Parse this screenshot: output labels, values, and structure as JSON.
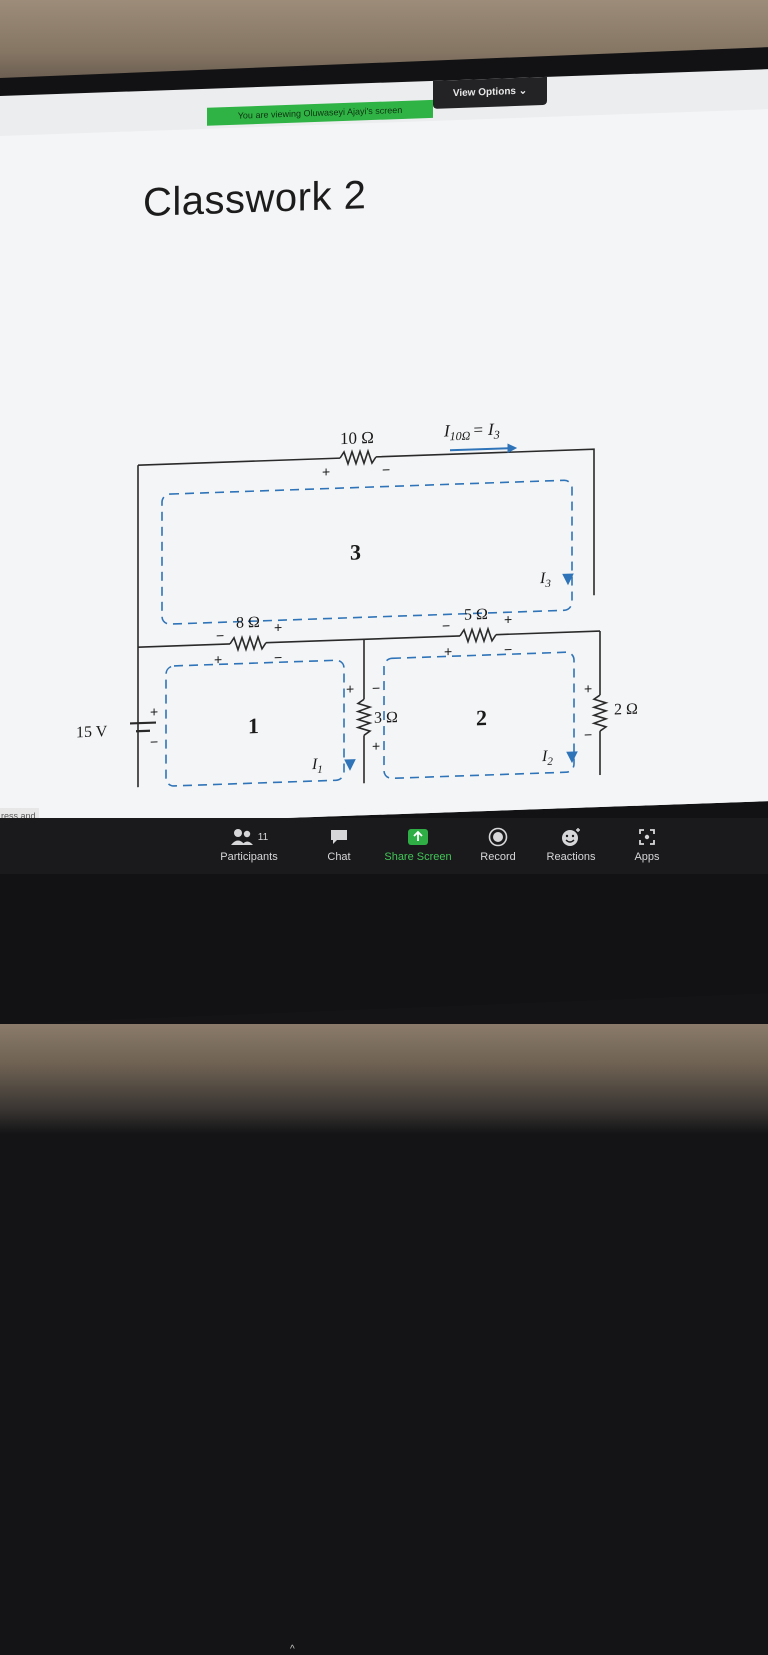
{
  "banner": {
    "text": "You are viewing Oluwaseyi Ajayi's screen"
  },
  "view_options": {
    "label": "View Options",
    "icon": "chevron-down-icon"
  },
  "slide": {
    "title": "Classwork 2",
    "circuit": {
      "labels": {
        "r10": "10 Ω",
        "r8": "8 Ω",
        "r5": "5 Ω",
        "r3": "3 Ω",
        "r2": "2 Ω",
        "source": "15 V",
        "loop1": "1",
        "loop2": "2",
        "loop3": "3",
        "i1": "I",
        "i1_sub": "1",
        "i2": "I",
        "i2_sub": "2",
        "i3": "I",
        "i3_sub": "3",
        "i10_lhs": "I",
        "i10_sub": "10Ω",
        "i10_rhs": "= I",
        "i10_rhs_sub": "3",
        "plus": "+",
        "minus": "−"
      },
      "colors": {
        "wire": "#2a2a2a",
        "loop": "#2f74b8",
        "arrow": "#2f74b8"
      }
    }
  },
  "toolbar": {
    "participants": {
      "label": "Participants",
      "count": "11",
      "icon": "participants-icon"
    },
    "chat": {
      "label": "Chat",
      "icon": "chat-icon"
    },
    "share": {
      "label": "Share Screen",
      "icon": "share-screen-icon",
      "color": "#43c558"
    },
    "record": {
      "label": "Record",
      "icon": "record-icon"
    },
    "reactions": {
      "label": "Reactions",
      "icon": "reactions-icon"
    },
    "apps": {
      "label": "Apps",
      "icon": "apps-icon"
    }
  },
  "left_note": {
    "text": "ress and"
  }
}
